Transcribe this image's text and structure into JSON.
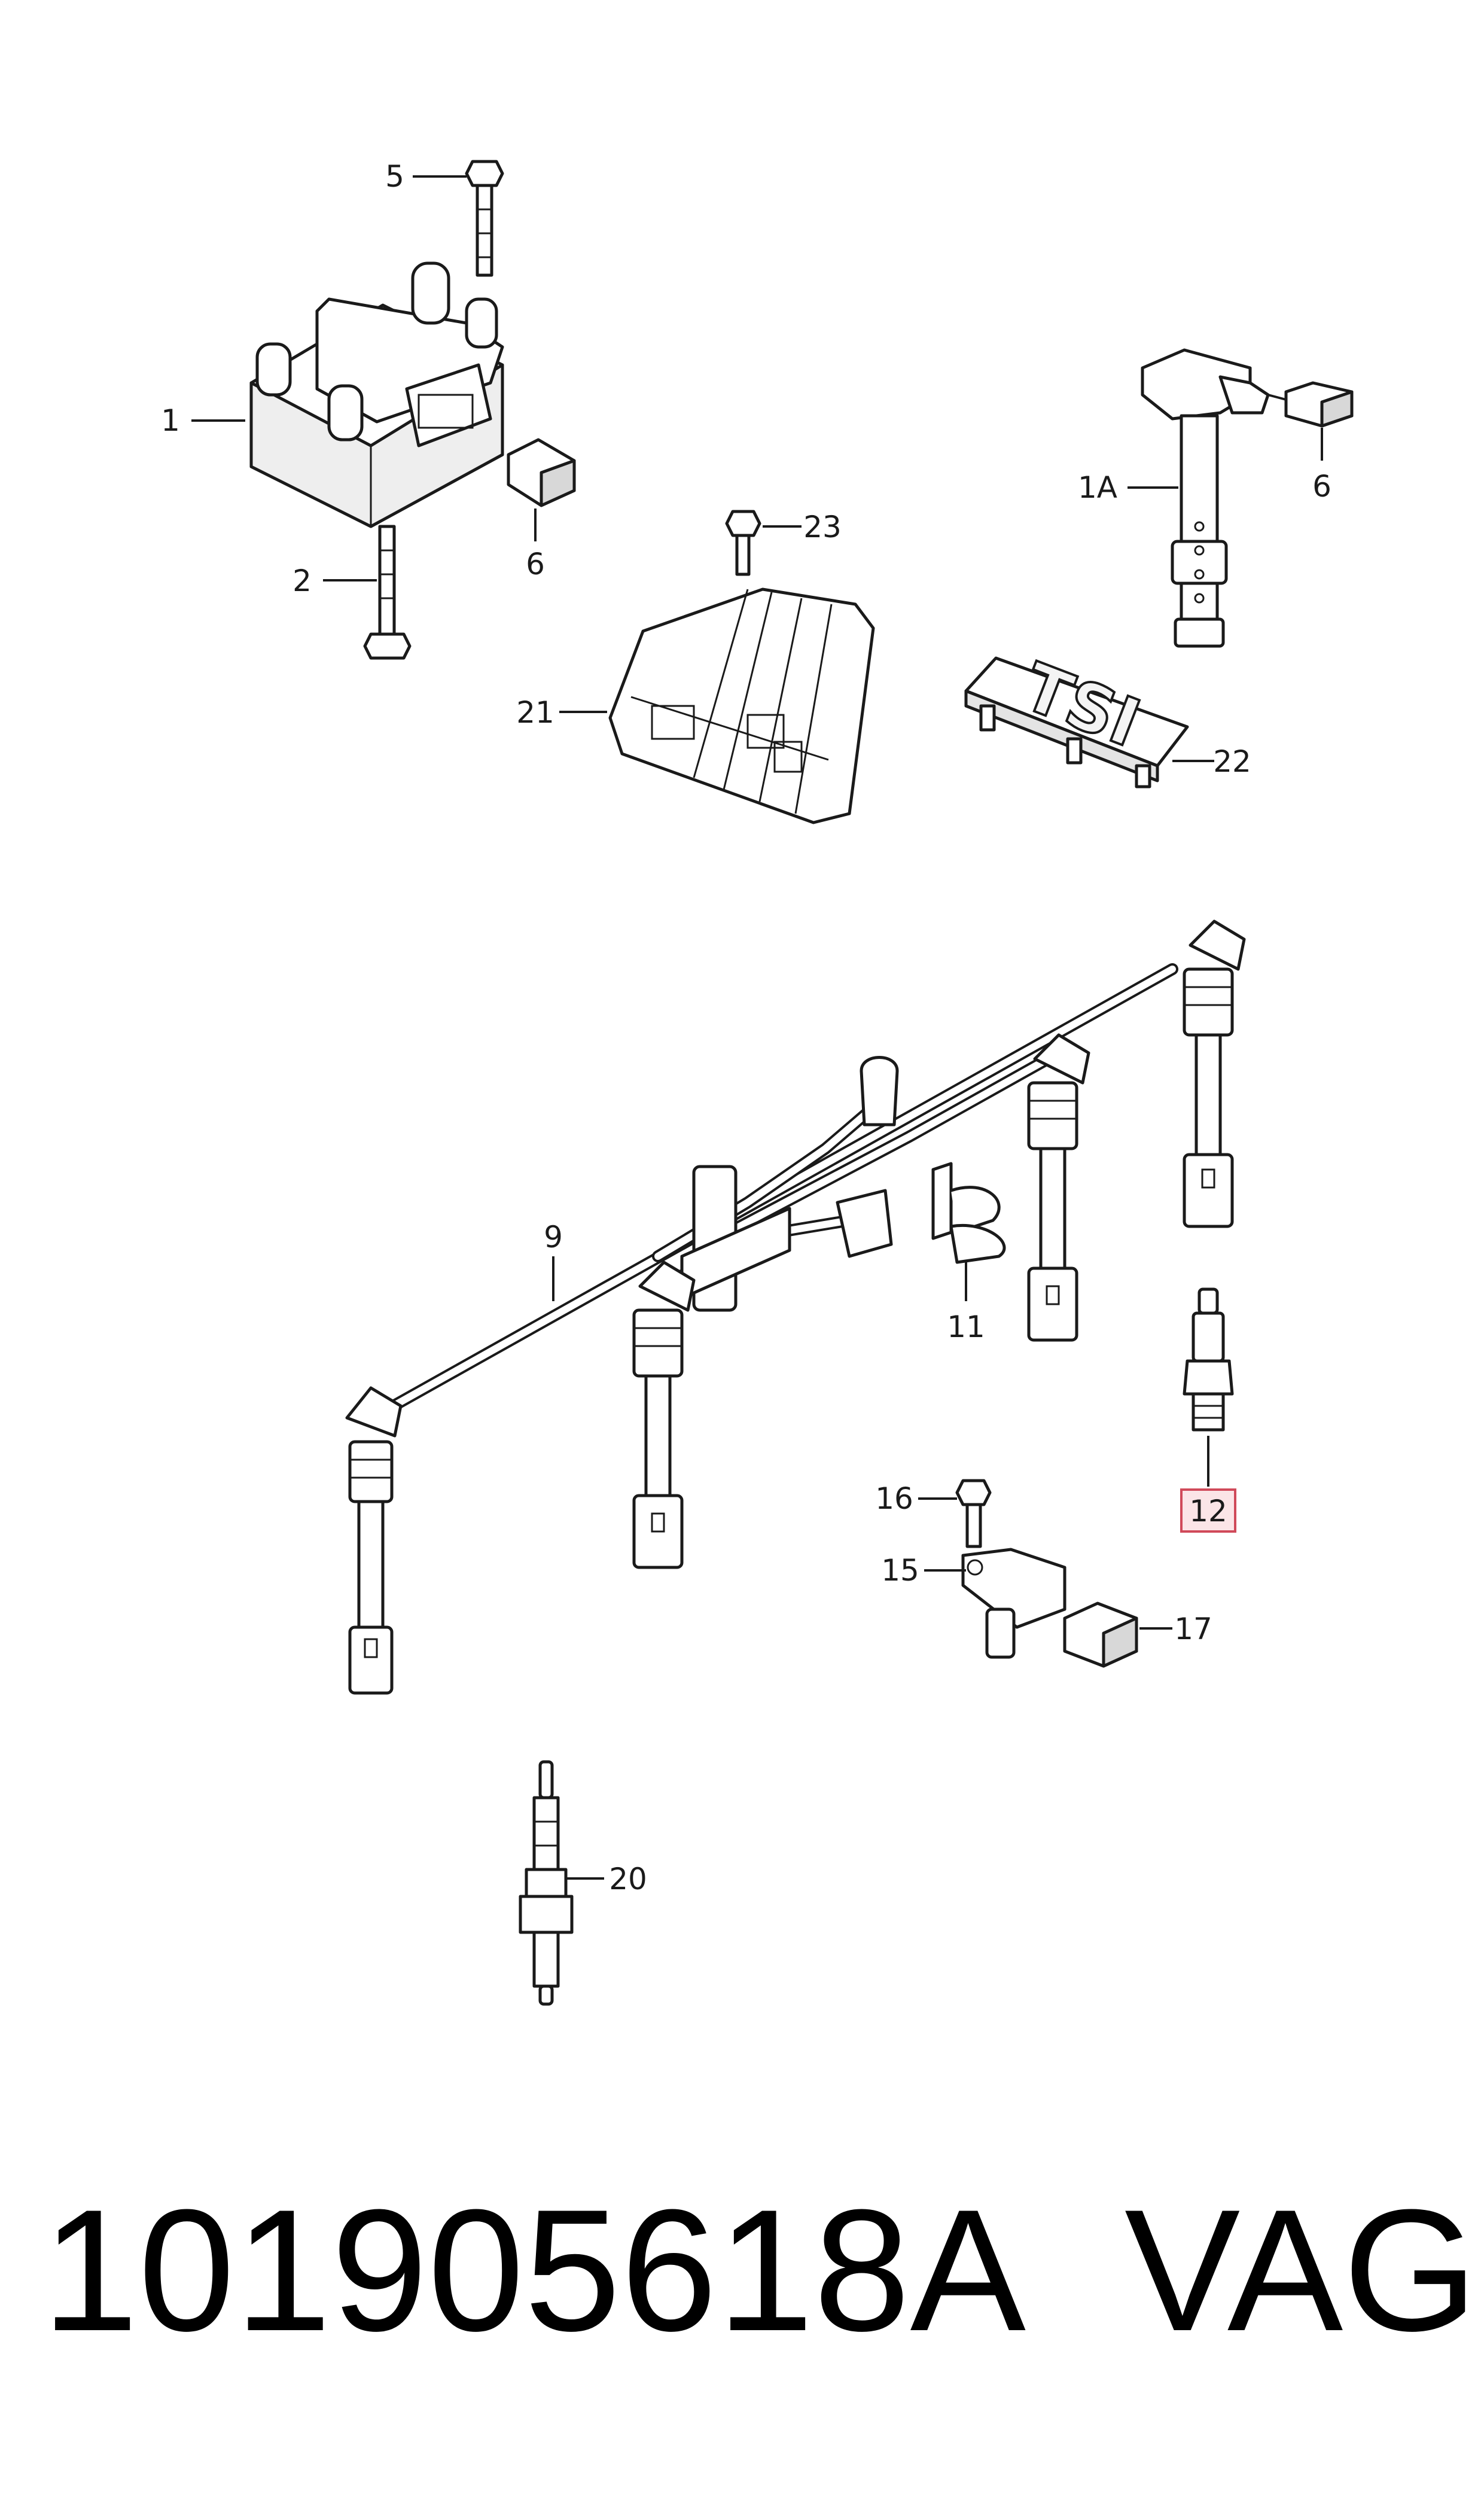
{
  "callouts": {
    "c1": "1",
    "c1a": "1A",
    "c2": "2",
    "c5": "5",
    "c6a": "6",
    "c6b": "6",
    "c9": "9",
    "c11": "11",
    "c12": "12",
    "c15": "15",
    "c16": "16",
    "c17": "17",
    "c20": "20",
    "c21": "21",
    "c22": "22",
    "c23": "23"
  },
  "badge_text": "TSI",
  "highlighted_callout": "12",
  "footer": {
    "part_number": "101905618A",
    "brand": "VAG"
  },
  "colors": {
    "highlight_border": "#d04a5a",
    "highlight_fill": "#fbe5e7"
  }
}
